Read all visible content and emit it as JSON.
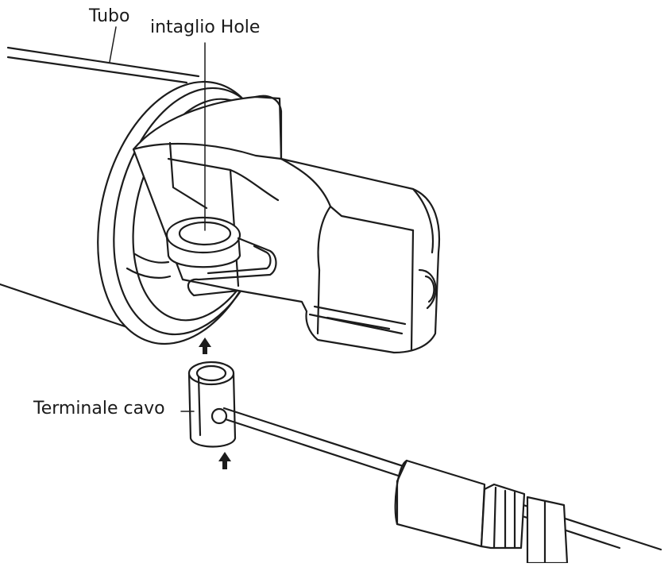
{
  "labels": {
    "tube": "Tubo",
    "hole": "intaglio Hole",
    "cable_terminal": "Terminale cavo"
  },
  "colors": {
    "line": "#1c1c1c",
    "background": "#ffffff"
  }
}
